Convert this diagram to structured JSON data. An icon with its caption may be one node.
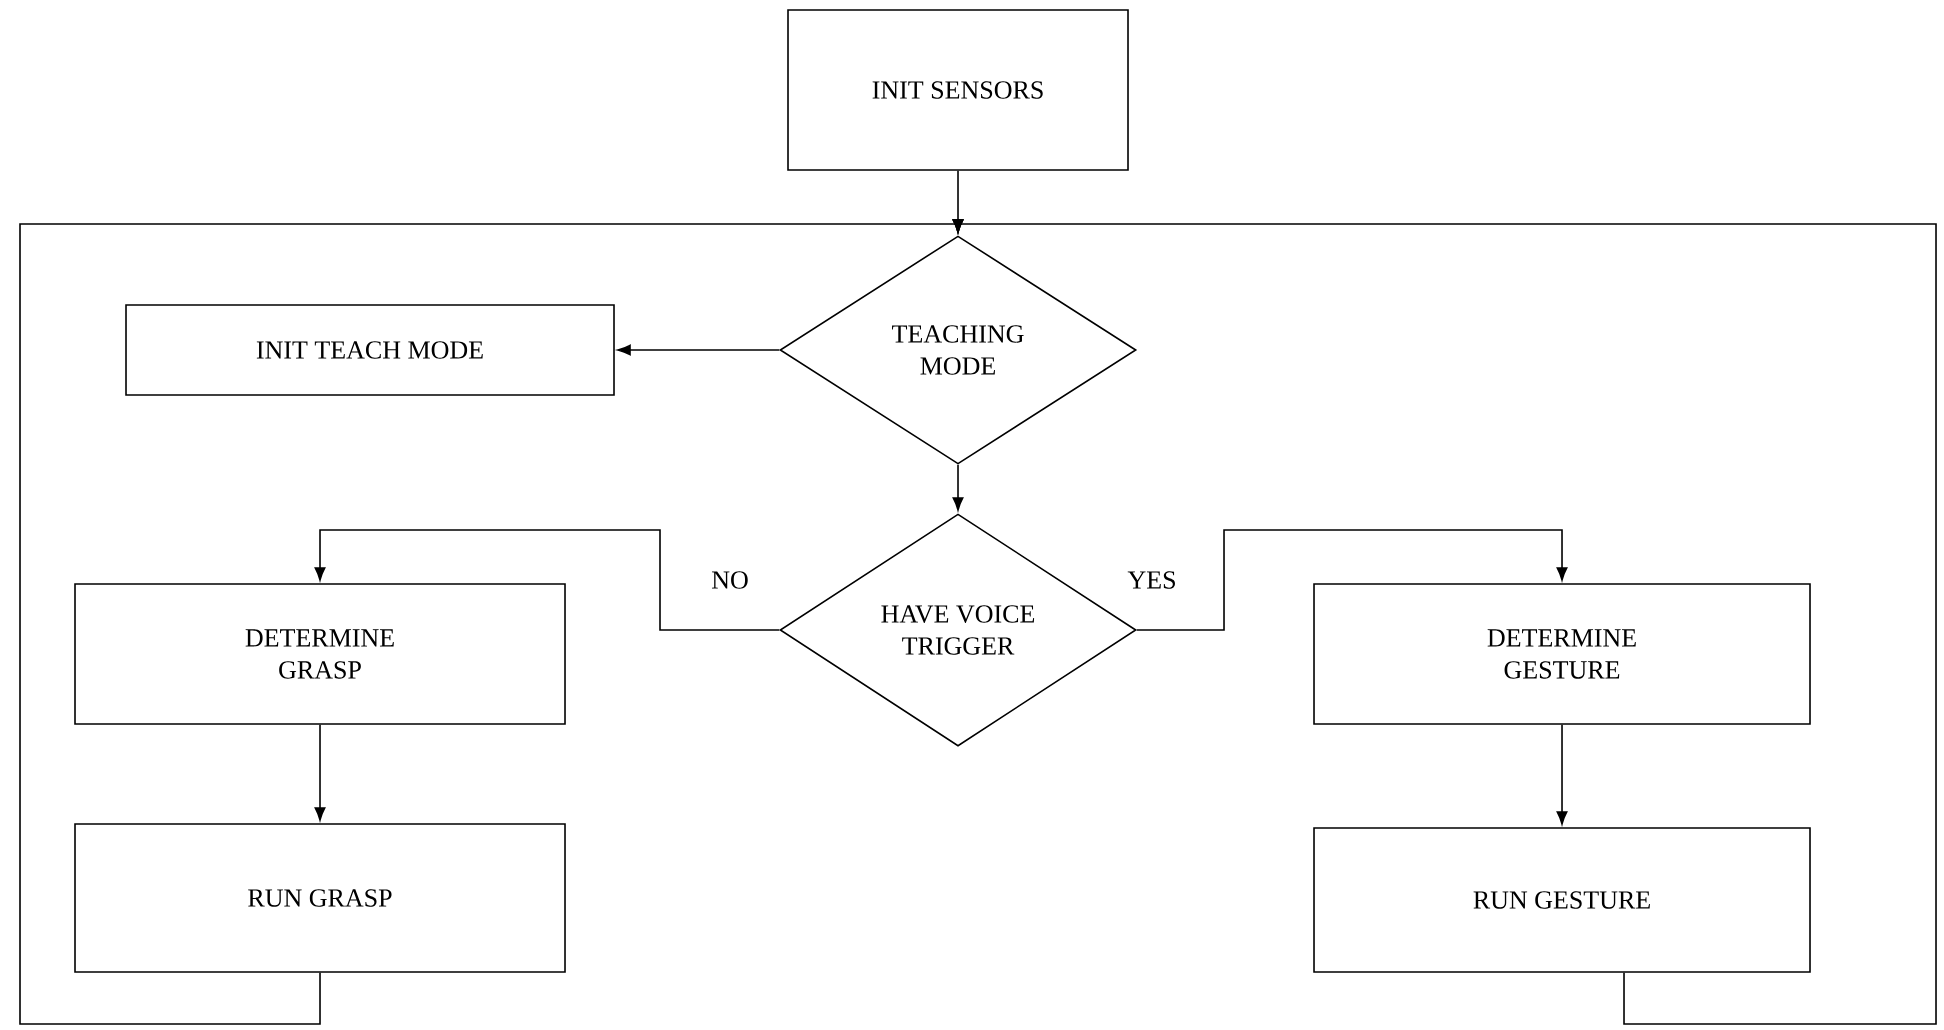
{
  "diagram": {
    "nodes": [
      {
        "text": [
          "INIT SENSORS"
        ]
      },
      {
        "text": [
          "TEACHING MODE"
        ]
      },
      {
        "text": [
          "INIT TEACH MODE"
        ]
      },
      {
        "text": [
          "HAVE VOICE TRIGGER"
        ]
      },
      {
        "text": [
          "DETERMINE GRASP"
        ]
      },
      {
        "text": [
          "RUN GRASP"
        ]
      },
      {
        "text": [
          "DETERMINE GESTURE"
        ]
      },
      {
        "text": [
          "RUN GESTURE"
        ]
      }
    ],
    "edges": [
      {
        "from": 0,
        "to": 1,
        "arrow": "to"
      },
      {
        "from": 1,
        "to": 2,
        "arrow": "to"
      },
      {
        "from": 1,
        "to": 3,
        "arrow": "to"
      },
      {
        "from": 3,
        "to": 4,
        "arrow": "to",
        "label": "NO"
      },
      {
        "from": 3,
        "to": 6,
        "arrow": "to",
        "label": "YES"
      },
      {
        "from": 4,
        "to": 5,
        "arrow": "to"
      },
      {
        "from": 6,
        "to": 7,
        "arrow": "to"
      },
      {
        "from": 5,
        "to": 1,
        "arrow": "to"
      },
      {
        "from": 7,
        "to": 1,
        "arrow": "to"
      }
    ]
  }
}
